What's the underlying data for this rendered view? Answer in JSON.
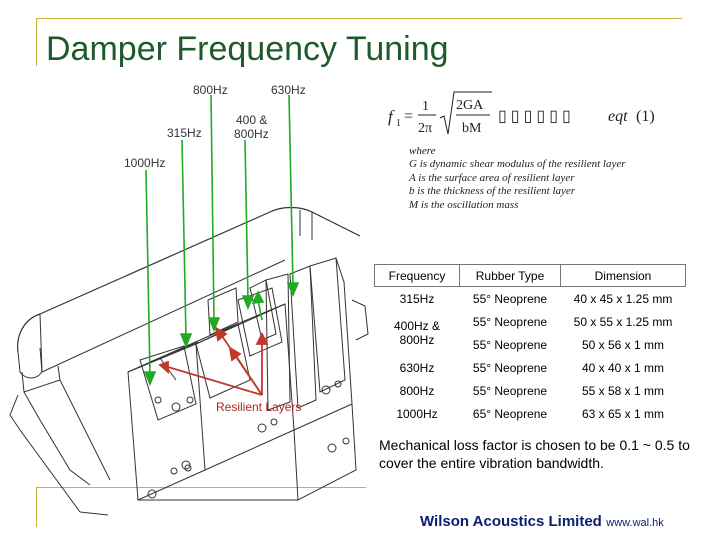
{
  "slide": {
    "title": "Damper Frequency Tuning"
  },
  "diagram": {
    "labels": {
      "hz800": "800Hz",
      "hz630": "630Hz",
      "hz315": "315Hz",
      "hz400_line1": "400 &",
      "hz400_line2": "800Hz",
      "hz1000": "1000Hz"
    },
    "resilient_label": "Resilient Layers",
    "arrow_color": "#22aa22",
    "resilient_color": "#c0392b"
  },
  "formula": {
    "lhs": "f",
    "lhs_sub": "1",
    "numerator_one": "1",
    "denominator_two_pi": "2π",
    "radical_numerator": "2GA",
    "radical_denominator": "bM",
    "boxes": "▯ ▯ ▯ ▯ ▯ ▯",
    "eq_label": "eqt",
    "eq_number": "(1)",
    "where_lines": [
      "where",
      "G is dynamic shear modulus of the resilient layer",
      "A is the surface area of resilient layer",
      "b is the thickness of the resilient layer",
      "M is the oscillation mass"
    ]
  },
  "table": {
    "headers": [
      "Frequency",
      "Rubber Type",
      "Dimension"
    ],
    "rows": [
      [
        "315Hz",
        "55° Neoprene",
        "40 x 45 x 1.25 mm"
      ],
      [
        "400Hz & 800Hz",
        "55° Neoprene",
        "50 x 55 x 1.25 mm"
      ],
      [
        "",
        "55° Neoprene",
        "50 x 56 x 1 mm"
      ],
      [
        "630Hz",
        "55° Neoprene",
        "40 x 40 x 1 mm"
      ],
      [
        "800Hz",
        "55° Neoprene",
        "55 x 58 x 1 mm"
      ],
      [
        "1000Hz",
        "65° Neoprene",
        "63 x 65 x 1 mm"
      ]
    ]
  },
  "note": "Mechanical loss factor is chosen to be 0.1 ~ 0.5 to cover the entire vibration bandwidth.",
  "footer": {
    "company": "Wilson Acoustics Limited",
    "url": "www.wal.hk"
  }
}
